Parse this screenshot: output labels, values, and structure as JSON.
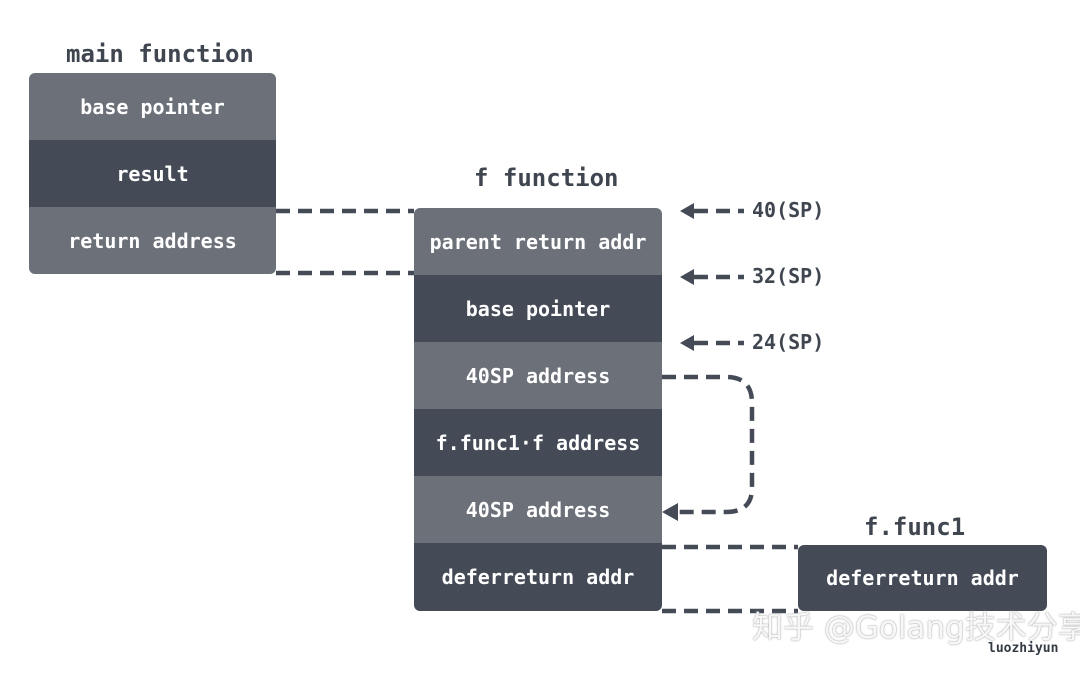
{
  "main": {
    "title": "main function",
    "cells": [
      "base pointer",
      "result",
      "return address"
    ]
  },
  "f": {
    "title": "f function",
    "cells": [
      "parent return addr",
      "base pointer",
      "40SP address",
      "f.func1·f address",
      "40SP address",
      "deferreturn addr"
    ]
  },
  "func1": {
    "title": "f.func1",
    "cells": [
      "deferreturn addr"
    ]
  },
  "sp_markers": [
    "40(SP)",
    "32(SP)",
    "24(SP)"
  ],
  "watermark": {
    "text": "知乎 @Golang技术分享",
    "author": "luozhiyun"
  },
  "colors": {
    "light_cell": "#6b7079",
    "dark_cell": "#444b56",
    "line": "#444b56",
    "title": "#3f4650"
  }
}
